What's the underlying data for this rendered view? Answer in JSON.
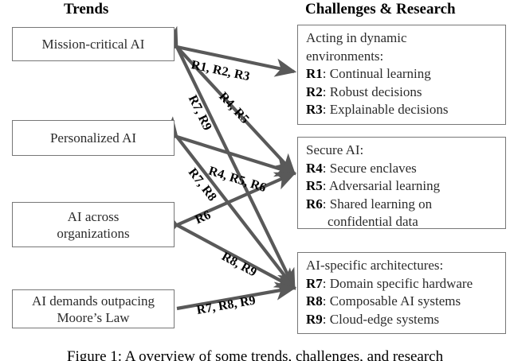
{
  "headers": {
    "left": "Trends",
    "right": "Challenges & Research"
  },
  "trends": [
    {
      "id": "mission-critical-ai",
      "label": "Mission-critical AI"
    },
    {
      "id": "personalized-ai",
      "label": "Personalized AI"
    },
    {
      "id": "ai-across-organizations",
      "label": "AI across\norganizations"
    },
    {
      "id": "ai-demands-outpacing-moores-law",
      "label": "AI demands outpacing\nMoore’s Law"
    }
  ],
  "panels": [
    {
      "id": "acting-in-dynamic-environments",
      "heading": "Acting in dynamic\nenvironments:",
      "items": [
        {
          "code": "R1",
          "sep": ": ",
          "text": "Continual learning"
        },
        {
          "code": "R2",
          "sep": ": ",
          "text": "Robust decisions"
        },
        {
          "code": "R3",
          "sep": ": ",
          "text": "Explainable decisions"
        }
      ]
    },
    {
      "id": "secure-ai",
      "heading": "Secure AI:",
      "items": [
        {
          "code": "R4",
          "sep": ": ",
          "text": "Secure enclaves"
        },
        {
          "code": "R5",
          "sep": ": ",
          "text": "Adversarial learning"
        },
        {
          "code": "R6",
          "sep": ": ",
          "text": "Shared learning on",
          "continuation": "confidential data"
        }
      ]
    },
    {
      "id": "ai-specific-architectures",
      "heading": "AI-specific architectures:",
      "items": [
        {
          "code": "R7",
          "sep": ": ",
          "text": "Domain specific hardware"
        },
        {
          "code": "R8",
          "sep": ": ",
          "text": "Composable AI systems"
        },
        {
          "code": "R9",
          "sep": ": ",
          "text": "Cloud-edge systems"
        }
      ]
    }
  ],
  "edges": [
    {
      "id": "edge-mc-dynamic",
      "label": "R1, R2, R3"
    },
    {
      "id": "edge-mc-secure",
      "label": "R4, R5"
    },
    {
      "id": "edge-mc-arch",
      "label": "R7, R9"
    },
    {
      "id": "edge-pers-secure",
      "label": "R4, R5, R6"
    },
    {
      "id": "edge-pers-arch",
      "label": "R7, R8"
    },
    {
      "id": "edge-org-secure",
      "label": "R6"
    },
    {
      "id": "edge-org-arch",
      "label": "R8, R9"
    },
    {
      "id": "edge-moore-arch",
      "label": "R7, R8, R9"
    }
  ],
  "caption": "Figure 1: A overview of some trends, challenges, and research",
  "colors": {
    "box_border": "#777777",
    "arrow": "#595959",
    "text": "#2b2b2b",
    "background": "#ffffff"
  }
}
